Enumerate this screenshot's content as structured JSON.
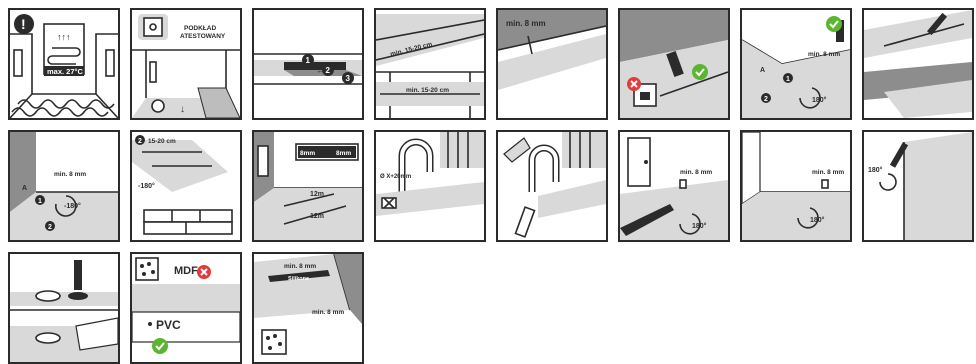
{
  "colors": {
    "ink": "#2b2b2b",
    "grey": "#8d8d8d",
    "ok": "#5cb531",
    "bad": "#e23b3b"
  },
  "panels": {
    "p1": {
      "label": "max. 27°C",
      "alert": "!",
      "heat": "↑↑↑"
    },
    "p2": {
      "label_line1": "PODKŁAD",
      "label_line2": "ATESTOWANY"
    },
    "p3": {
      "step1": "1",
      "step2": "2",
      "step3": "3"
    },
    "p4": {
      "label_top": "min. 15-20 cm",
      "label_bottom": "min. 15-20 cm"
    },
    "p5": {
      "label": "min. 8 mm"
    },
    "p6": {},
    "p7": {
      "label": "min. 8 mm",
      "step1": "1",
      "step2": "2",
      "marker_a": "A",
      "angle": "180°"
    },
    "p8": {},
    "p9": {
      "label": "min. 8 mm",
      "marker_a": "A",
      "step1": "1",
      "step2": "2",
      "angle": "-180°"
    },
    "p10": {
      "step": "2",
      "label": "15-20 cm",
      "angle": "-180°"
    },
    "p11": {
      "gap_left": "8mm",
      "gap_right": "8mm",
      "dim_a": "12m",
      "dim_b": "12m"
    },
    "p12": {
      "label": "Ø X+20mm"
    },
    "p13": {},
    "p14": {
      "label": "min. 8 mm",
      "angle": "180°"
    },
    "p15": {
      "label": "min. 8 mm",
      "angle": "180°"
    },
    "p16": {
      "angle": "180°"
    },
    "p17": {},
    "p18": {
      "mdf": "MDF",
      "pvc": "PVC"
    },
    "p19": {
      "label_top": "min. 8 mm",
      "label_side": "min. 8 mm",
      "sealant": "Silikone"
    }
  }
}
